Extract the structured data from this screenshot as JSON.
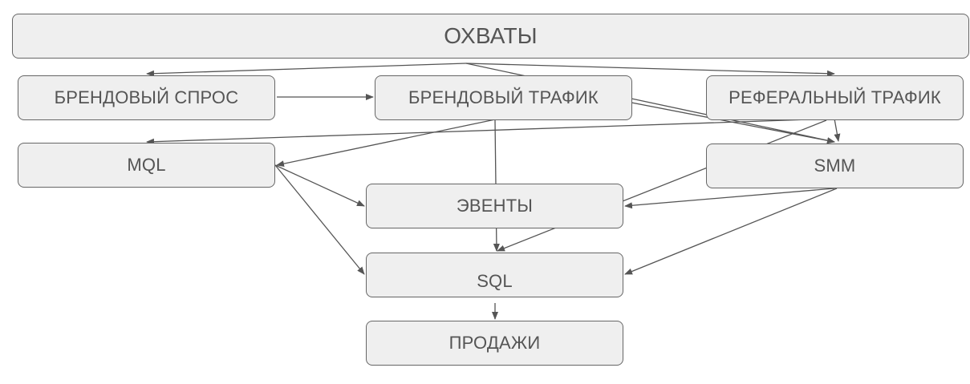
{
  "diagram": {
    "line_color": "#555555",
    "node_fill": "#efefef",
    "nodes": {
      "reach": "ОХВАТЫ",
      "brand_demand": "БРЕНДОВЫЙ СПРОС",
      "brand_traffic": "БРЕНДОВЫЙ ТРАФИК",
      "referral_traffic": "РЕФЕРАЛЬНЫЙ ТРАФИК",
      "mql": "MQL",
      "smm": "SMM",
      "events": "ЭВЕНТЫ",
      "sql": "SQL",
      "sales": "ПРОДАЖИ"
    },
    "edges": [
      {
        "from": "reach",
        "to": "brand_demand"
      },
      {
        "from": "reach",
        "to": "referral_traffic"
      },
      {
        "from": "reach",
        "to": "smm"
      },
      {
        "from": "brand_demand",
        "to": "brand_traffic"
      },
      {
        "from": "brand_traffic",
        "to": "mql"
      },
      {
        "from": "brand_traffic",
        "to": "smm"
      },
      {
        "from": "brand_traffic",
        "to": "sql"
      },
      {
        "from": "referral_traffic",
        "to": "mql"
      },
      {
        "from": "referral_traffic",
        "to": "smm"
      },
      {
        "from": "referral_traffic",
        "to": "sql"
      },
      {
        "from": "mql",
        "to": "events"
      },
      {
        "from": "mql",
        "to": "sql"
      },
      {
        "from": "smm",
        "to": "events"
      },
      {
        "from": "smm",
        "to": "sql"
      },
      {
        "from": "sql",
        "to": "sales"
      }
    ]
  }
}
